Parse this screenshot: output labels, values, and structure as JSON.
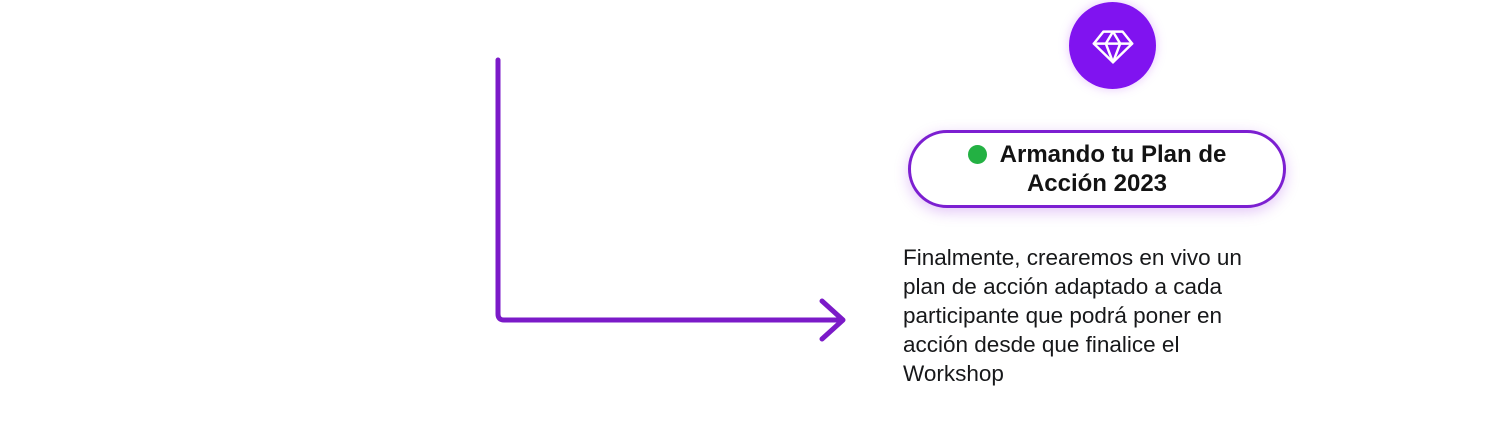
{
  "colors": {
    "bg": "#ffffff",
    "arrow": "#7B1AC8",
    "circle_bg": "#8013F0",
    "badge_border": "#7C1FD1",
    "dot_green": "#23B143",
    "badge_text": "#131313",
    "body_text": "#17181A"
  },
  "milestone": {
    "icon": "gem-icon",
    "badge": {
      "line1": "Armando tu Plan de",
      "line2": "Acción 2023"
    },
    "description": "Finalmente, crearemos en vivo un\nplan de acción adaptado a cada\nparticipante que podrá poner en\nacción desde que finalice el\nWorkshop"
  }
}
